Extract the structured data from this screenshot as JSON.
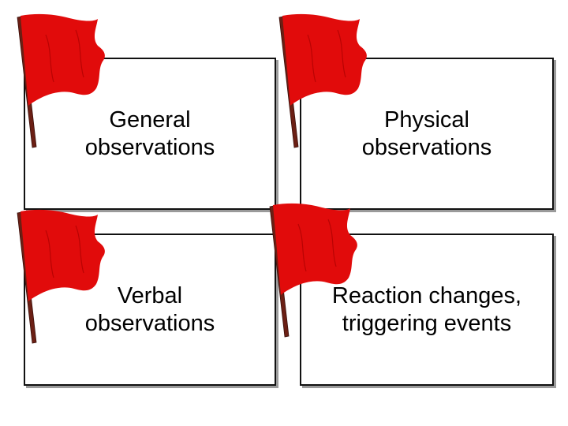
{
  "colors": {
    "flag_red": "#e10b0b",
    "pole_brown": "#6b1f14",
    "card_border": "#111111"
  },
  "icons": [
    "red-flag-icon"
  ],
  "cards": [
    {
      "label": "General\nobservations"
    },
    {
      "label": "Physical\nobservations"
    },
    {
      "label": "Verbal\nobservations"
    },
    {
      "label": "Reaction changes,\ntriggering events"
    }
  ]
}
